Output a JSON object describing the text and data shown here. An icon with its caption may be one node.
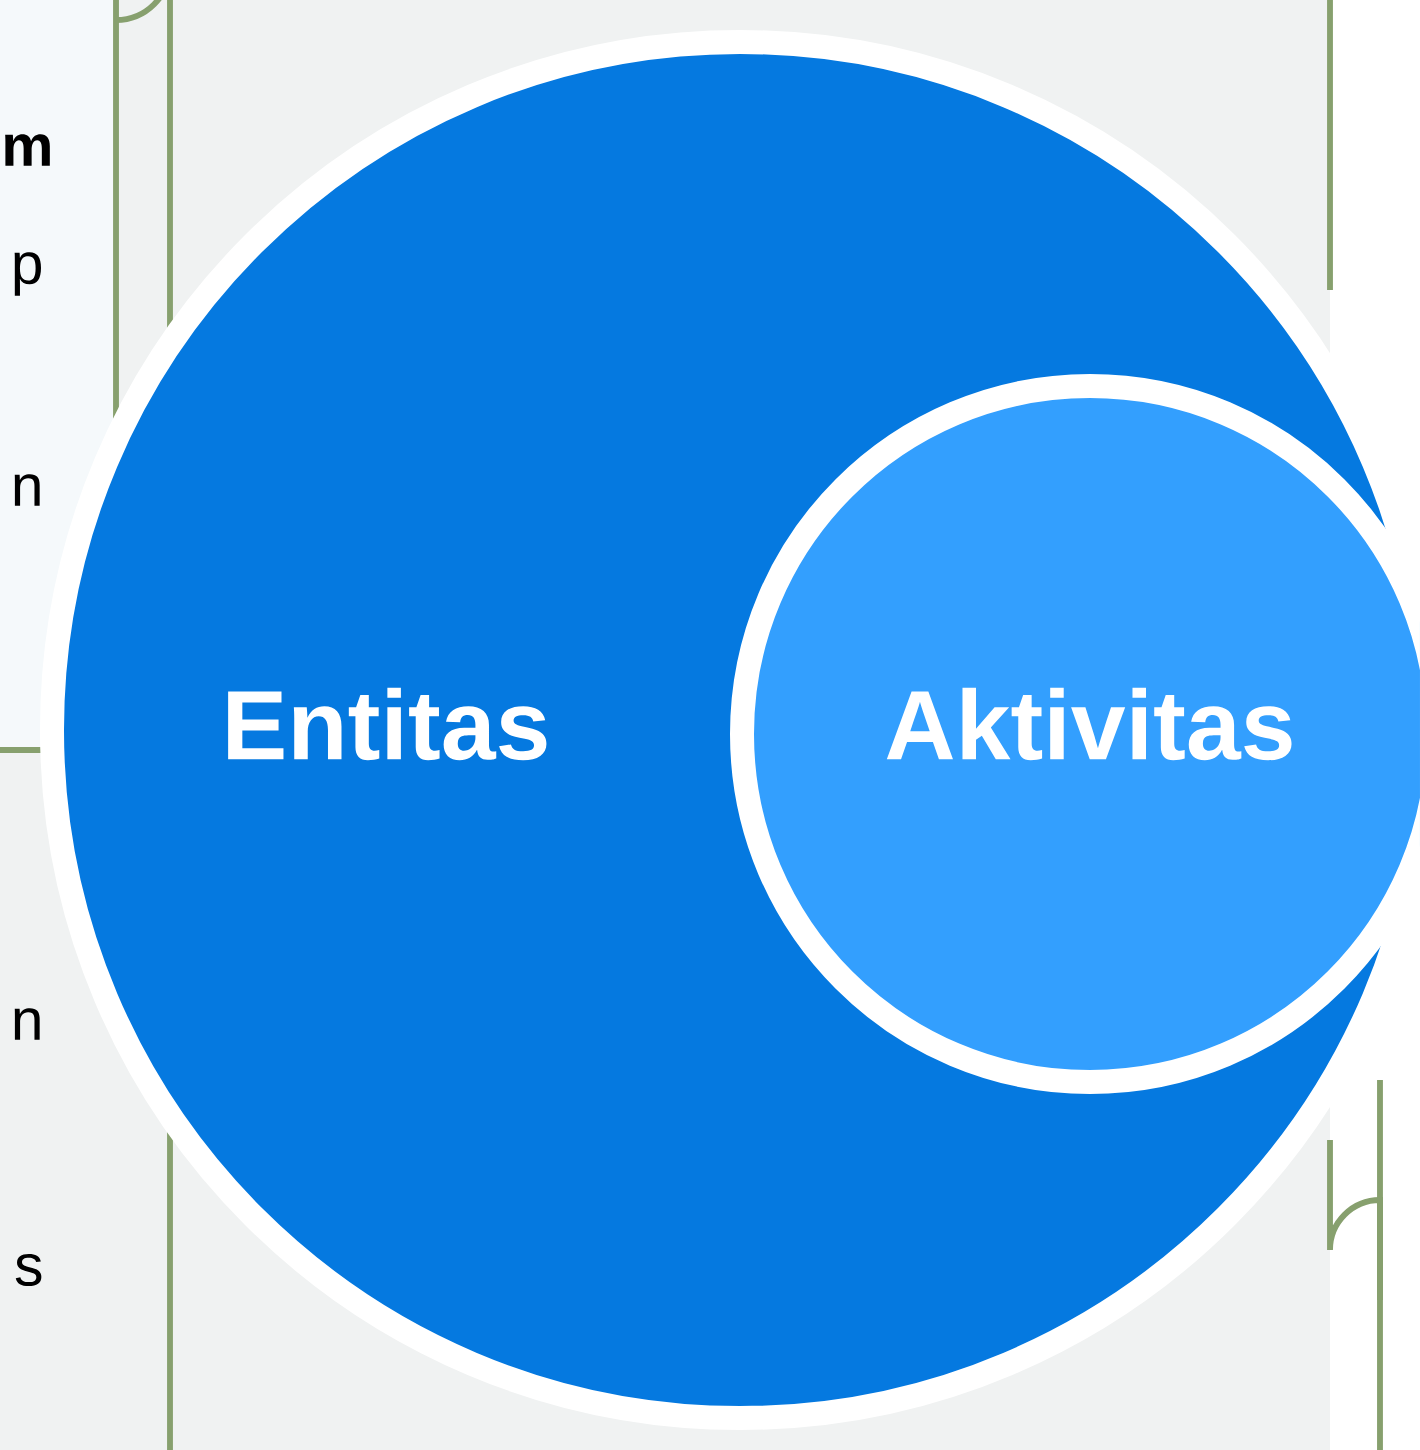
{
  "diagram": {
    "nodes": [
      {
        "text": [
          "Entitas"
        ]
      },
      {
        "text": [
          "Aktivitas"
        ],
        "in": 0
      }
    ],
    "labels": [
      "m",
      "p",
      "n",
      "n",
      "s"
    ]
  }
}
